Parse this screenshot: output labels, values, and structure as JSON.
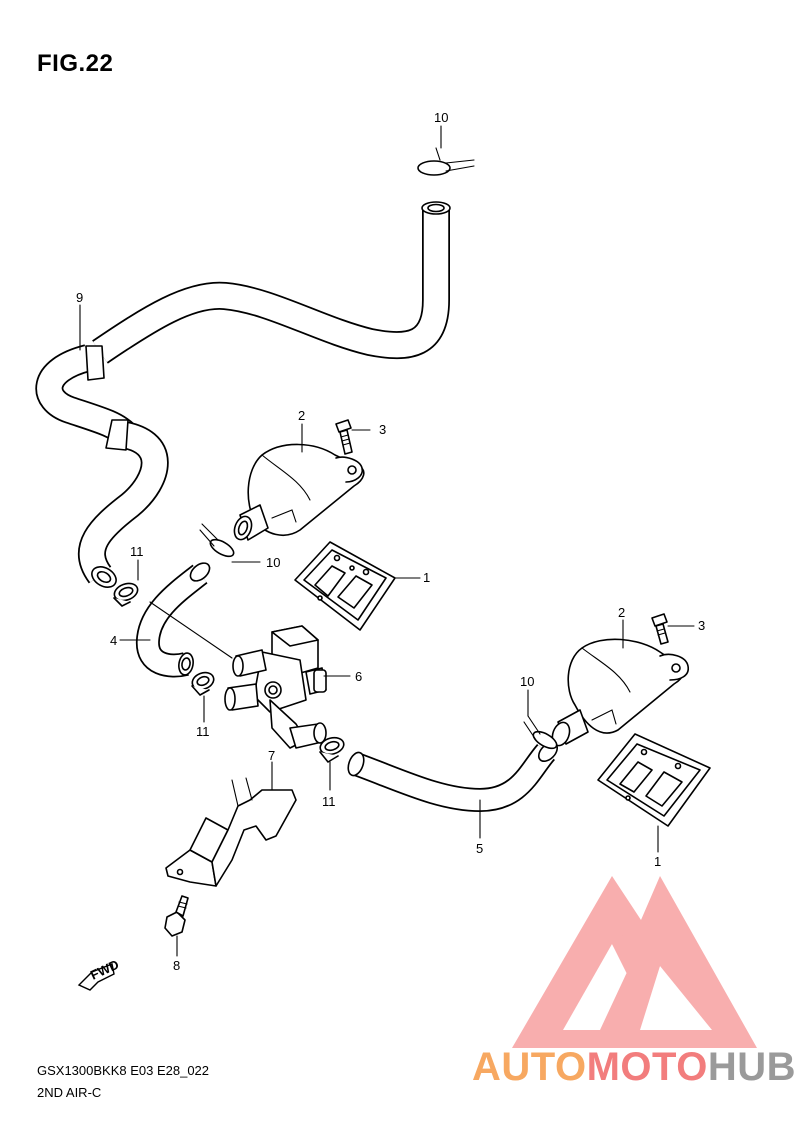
{
  "figure_title": "FIG.22",
  "model_code": "GSX1300BKK8 E03 E28_022",
  "section_name": "2ND AIR-C",
  "fwd_badge": "FWD",
  "watermark": {
    "part1": "AUTO",
    "part2": "MOTO",
    "part3": "HUB",
    "colors": [
      "#f7a861",
      "#f27d7d",
      "#9a9a9a"
    ]
  },
  "callouts": {
    "c10_top": "10",
    "c9": "9",
    "c2_left": "2",
    "c3_left": "3",
    "c10_left": "10",
    "c1_left": "1",
    "c11_left": "11",
    "c4": "4",
    "c6": "6",
    "c11_mid": "11",
    "c11_low": "11",
    "c7": "7",
    "c5": "5",
    "c2_right": "2",
    "c3_right": "3",
    "c10_right": "10",
    "c1_right": "1",
    "c8": "8"
  }
}
